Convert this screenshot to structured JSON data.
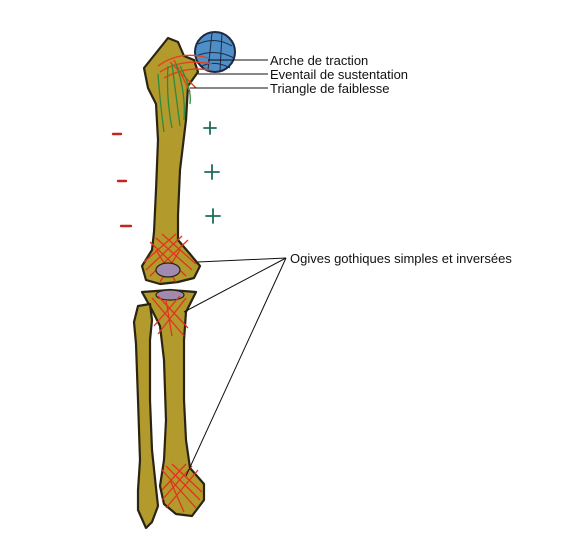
{
  "labels": {
    "arche": "Arche de traction",
    "eventail": "Eventail de sustentation",
    "triangle": "Triangle de faiblesse",
    "ogives": "Ogives gothiques simples et inversées"
  },
  "signs": {
    "compression_side": "+",
    "tension_side": "-"
  },
  "colors": {
    "bone_fill": "#b39a2c",
    "bone_outline": "#2a2412",
    "femoral_head": "#4f8fc8",
    "traction_lines": "#e0441f",
    "sustentation_lines": "#2f8a3a",
    "ogive_lines": "#e0341f",
    "minus_sign": "#c0271e",
    "plus_sign": "#1d6b5a"
  }
}
